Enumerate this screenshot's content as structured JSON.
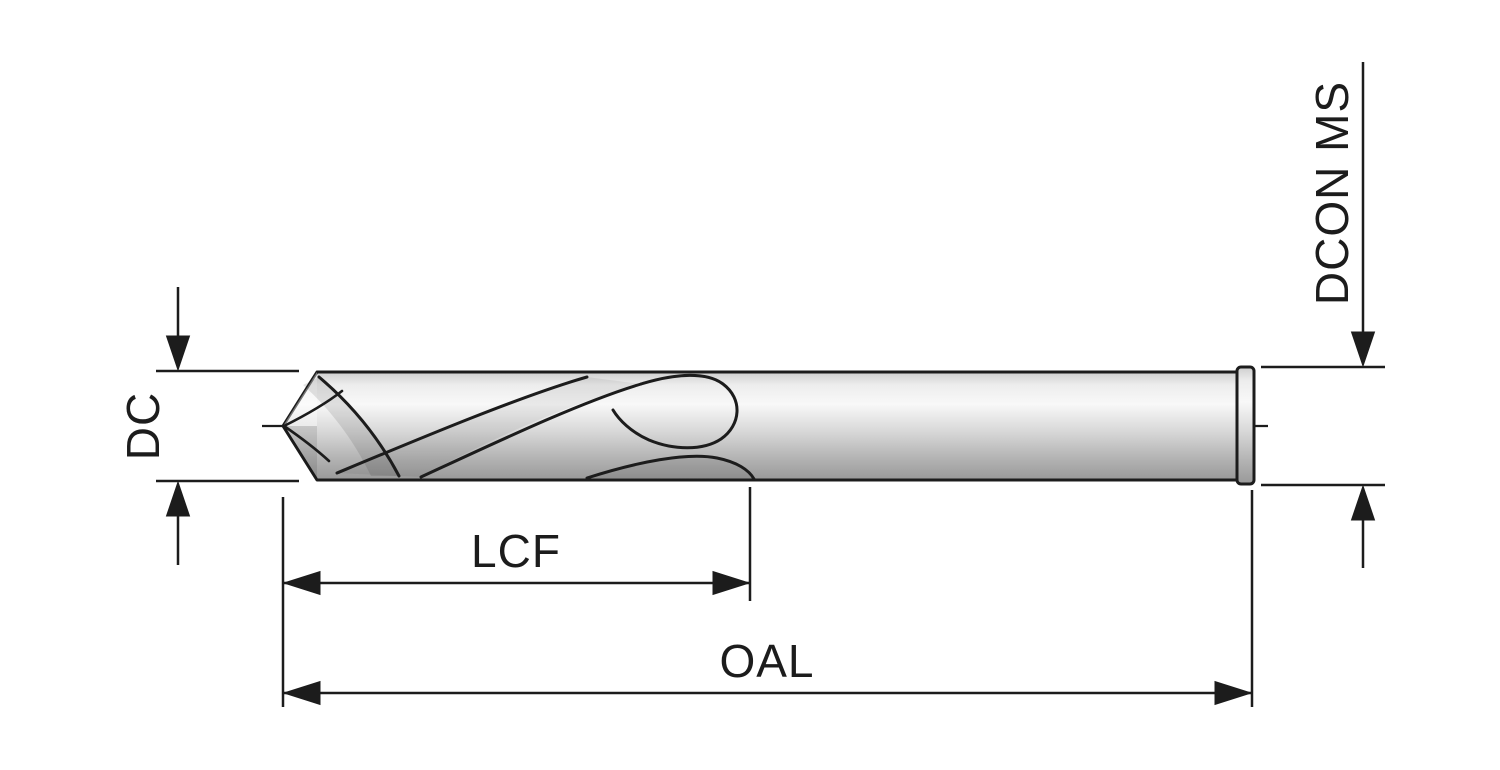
{
  "diagram": {
    "labels": {
      "diameter": "DC",
      "flute_length": "LCF",
      "overall_length": "OAL",
      "shank_diameter": "DCON MS"
    },
    "colors": {
      "line": "#1c1c1c",
      "background": "#ffffff",
      "metal_light": "#f8f8f8",
      "metal_mid": "#d8d8d8",
      "metal_dark": "#999999"
    }
  }
}
